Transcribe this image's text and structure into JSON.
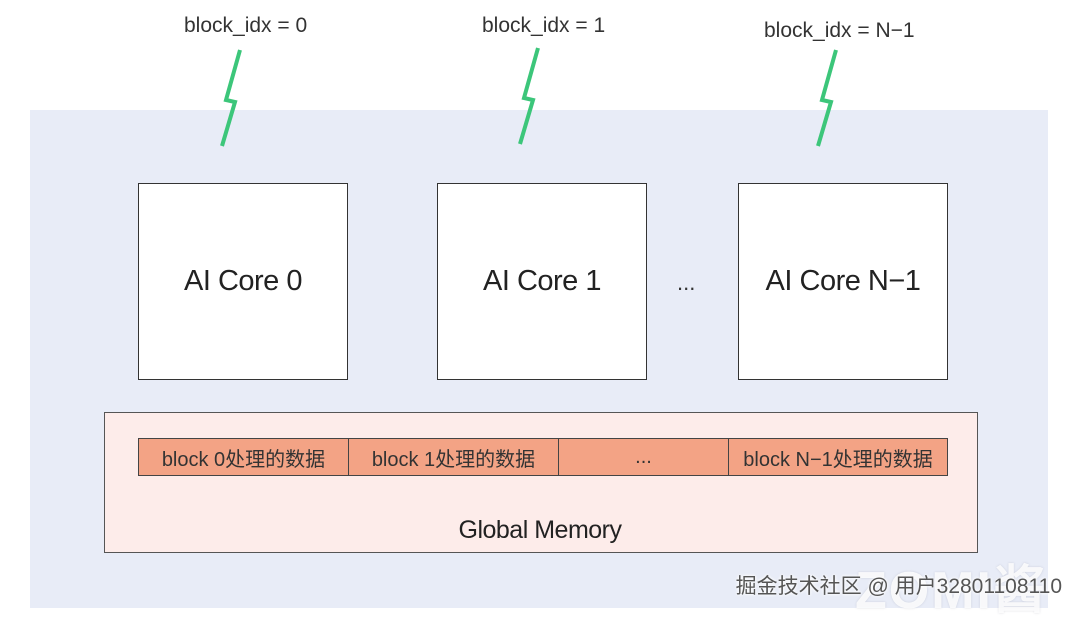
{
  "top_labels": [
    "block_idx = 0",
    "block_idx = 1",
    "block_idx = N−1"
  ],
  "cores": [
    "AI Core 0",
    "AI Core 1",
    "AI Core N−1"
  ],
  "core_ellipsis": "...",
  "memory": {
    "label": "Global Memory",
    "blocks": [
      "block 0处理的数据",
      "block 1处理的数据",
      "...",
      "block N−1处理的数据"
    ]
  },
  "watermark": {
    "logo": "ZOMI酱",
    "text": "掘金技术社区 @ 用户32801108110"
  },
  "colors": {
    "panel": "#e8ecf7",
    "bolt": "#3cc67a",
    "memory_bg": "#fdecea",
    "block_fill": "#f3a385"
  }
}
